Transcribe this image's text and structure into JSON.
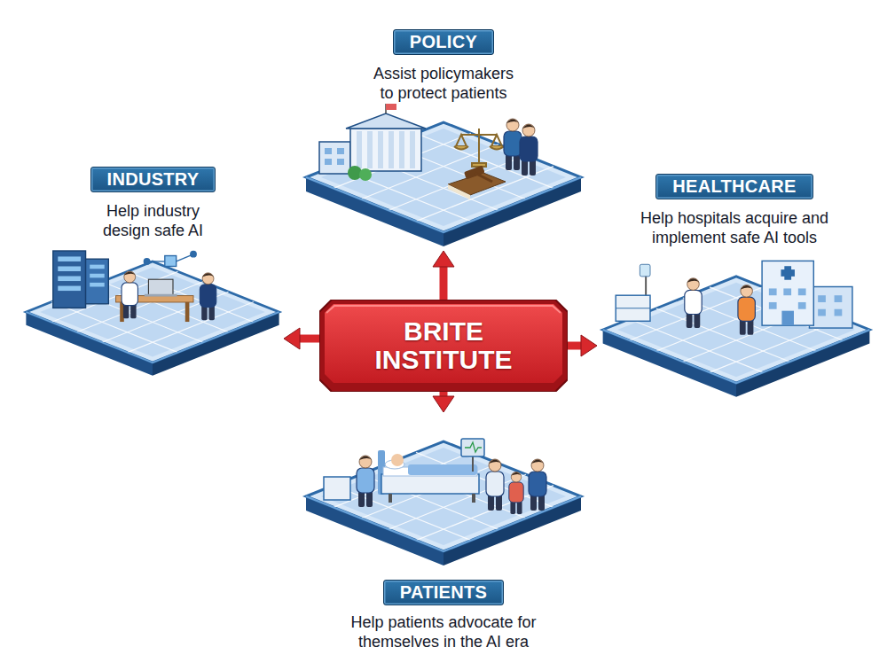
{
  "diagram": {
    "nodes": [
      {
        "text": [
          "POLICY",
          "Assist policymakers to protect patients"
        ]
      },
      {
        "text": [
          "INDUSTRY",
          "Help industry design safe AI"
        ]
      },
      {
        "text": [
          "BRITE INSTITUTE"
        ]
      },
      {
        "text": [
          "HEALTHCARE",
          "Help hospitals acquire and implement safe AI tools"
        ]
      },
      {
        "text": [
          "PATIENTS",
          "Help patients advocate for themselves in the AI era"
        ]
      }
    ],
    "edges": [
      {
        "from": 2,
        "to": 0,
        "arrow": "to"
      },
      {
        "from": 2,
        "to": 1,
        "arrow": "to"
      },
      {
        "from": 2,
        "to": 3,
        "arrow": "to"
      },
      {
        "from": 2,
        "to": 4,
        "arrow": "to"
      }
    ]
  }
}
